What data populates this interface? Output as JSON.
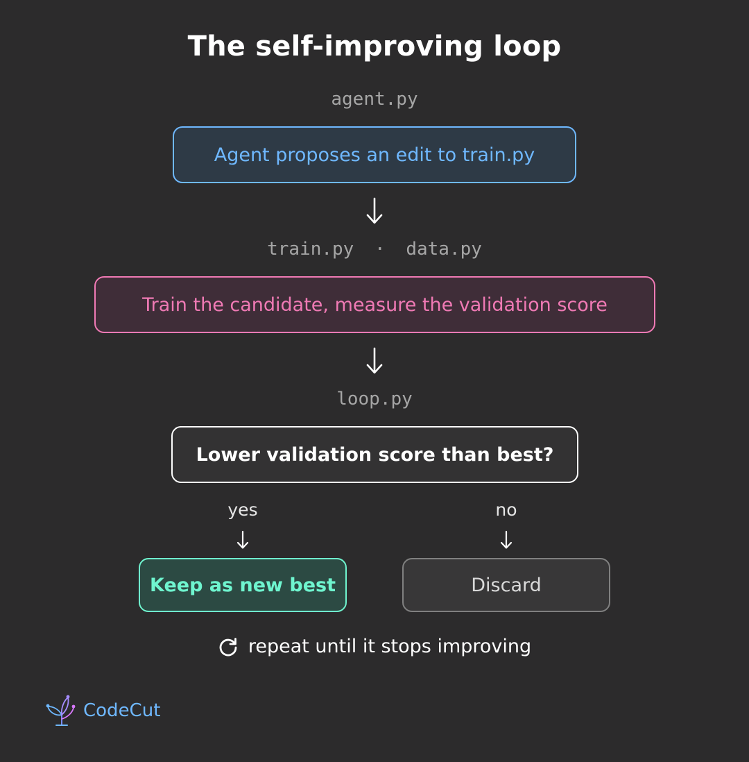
{
  "title": "The self-improving loop",
  "steps": {
    "agent": {
      "file": "agent.py",
      "label": "Agent proposes an edit to train.py",
      "color": "#6fb8ff",
      "fill": "#2e3a46"
    },
    "train": {
      "file_a": "train.py",
      "separator": "·",
      "file_b": "data.py",
      "label": "Train the candidate, measure the validation score",
      "color": "#f07ab5",
      "fill": "#3f2d38"
    },
    "decision": {
      "file": "loop.py",
      "label": "Lower validation score than best?",
      "color": "#ffffff",
      "fill": "#333233"
    }
  },
  "branches": {
    "yes": {
      "label": "yes",
      "outcome": "Keep as new best",
      "color": "#6ff5cf",
      "fill": "#2c4a43"
    },
    "no": {
      "label": "no",
      "outcome": "Discard",
      "color": "#808080",
      "fill": "#383738",
      "text_color": "#d9d9d9"
    }
  },
  "repeat": {
    "icon": "refresh-icon",
    "label": "repeat until it stops improving"
  },
  "logo": {
    "icon": "codecut-logo-icon",
    "name": "CodeCut"
  }
}
